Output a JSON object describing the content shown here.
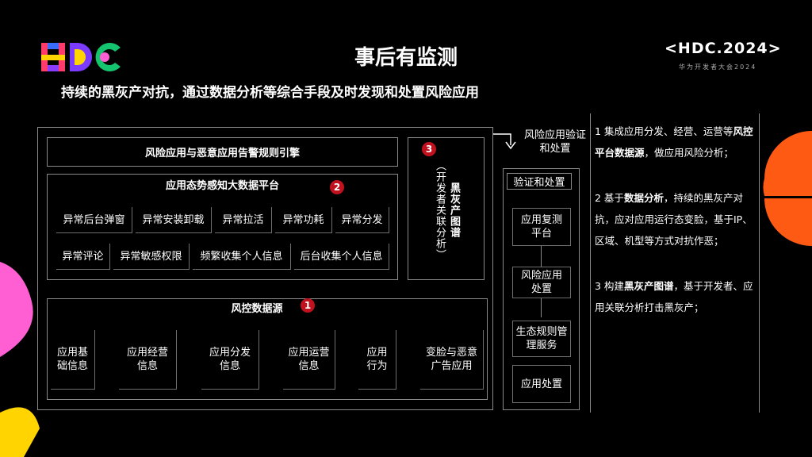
{
  "header": {
    "title": "事后有监测",
    "subtitle": "持续的黑灰产对抗，通过数据分析等综合手段及时发现和处置风险应用",
    "event_logo": "<HDC.2024>",
    "event_caption": "华为开发者大会2024"
  },
  "engine": {
    "label": "风险应用与恶意应用告警规则引擎"
  },
  "platform": {
    "title": "应用态势感知大数据平台",
    "badge": "2",
    "row1": [
      "异常后台弹窗",
      "异常安装卸载",
      "异常拉活",
      "异常功耗",
      "异常分发"
    ],
    "row2": [
      "异常评论",
      "异常敏感权限",
      "频繁收集个人信息",
      "后台收集个人信息"
    ]
  },
  "graph": {
    "badge": "3",
    "title": "黑灰产图谱",
    "subtitle": "（开发者关联分析）"
  },
  "datasource": {
    "title": "风控数据源",
    "badge": "1",
    "items": [
      "应用基础信息",
      "应用经营信息",
      "应用分发信息",
      "应用运营信息",
      "应用行为",
      "变脸与恶意广告应用"
    ]
  },
  "verify": {
    "arrow_label": "风险应用验证和处置",
    "title": "验证和处置",
    "steps": [
      "应用复测平台",
      "风险应用处置",
      "生态规则管理服务",
      "应用处置"
    ]
  },
  "notes": {
    "n1_prefix": "1 集成应用分发、经营、运营等",
    "n1_bold": "风控平台数据源",
    "n1_suffix": "，做应用风险分析；",
    "n2_prefix": "2 基于",
    "n2_bold": "数据分析",
    "n2_suffix": "，持续的黑灰产对抗，应对应用运行态变脸，基于IP、区域、机型等方式对抗作恶；",
    "n3_prefix": "3 构建",
    "n3_bold": "黑灰产图谱",
    "n3_suffix": "，基于开发者、应用关联分析打击黑灰产；"
  },
  "colors": {
    "badge": "#c0121e",
    "border": "#8a8a8a",
    "accent_orange": "#ff5a14",
    "accent_pink": "#ff5fd2",
    "accent_yellow": "#ffd400"
  }
}
